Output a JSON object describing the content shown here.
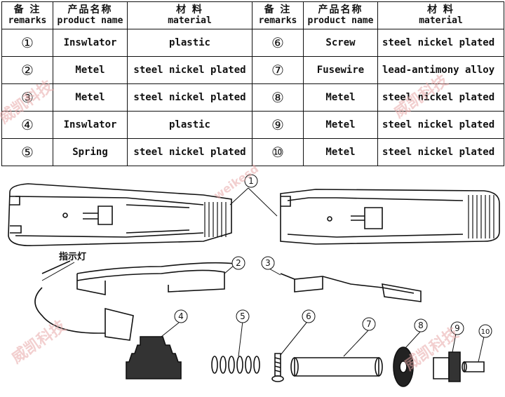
{
  "table": {
    "headers": {
      "remarks_zh": "备 注",
      "remarks_en": "remarks",
      "product_zh": "产品名称",
      "product_en": "product name",
      "material_zh": "材   料",
      "material_en": "material"
    },
    "rows": [
      {
        "left": {
          "num": "①",
          "product": "Inswlator",
          "material": "plastic"
        },
        "right": {
          "num": "⑥",
          "product": "Screw",
          "material": "steel nickel plated"
        }
      },
      {
        "left": {
          "num": "②",
          "product": "Metel",
          "material": "steel nickel plated"
        },
        "right": {
          "num": "⑦",
          "product": "Fusewire",
          "material": "lead-antimony alloy"
        }
      },
      {
        "left": {
          "num": "③",
          "product": "Metel",
          "material": "steel nickel plated"
        },
        "right": {
          "num": "⑧",
          "product": "Metel",
          "material": "steel nickel plated"
        }
      },
      {
        "left": {
          "num": "④",
          "product": "Inswlator",
          "material": "plastic"
        },
        "right": {
          "num": "⑨",
          "product": "Metel",
          "material": "steel nickel plated"
        }
      },
      {
        "left": {
          "num": "⑤",
          "product": "Spring",
          "material": "steel nickel plated"
        },
        "right": {
          "num": "⑩",
          "product": "Metel",
          "material": "steel nickel plated"
        }
      }
    ]
  },
  "diagram": {
    "indicator_label": "指示灯",
    "callouts": [
      "1",
      "2",
      "3",
      "4",
      "5",
      "6",
      "7",
      "8",
      "9",
      "10"
    ]
  },
  "watermark": {
    "text_cn": "威凯科技",
    "text_en": "weikesd",
    "color": "#e8a8a8"
  }
}
